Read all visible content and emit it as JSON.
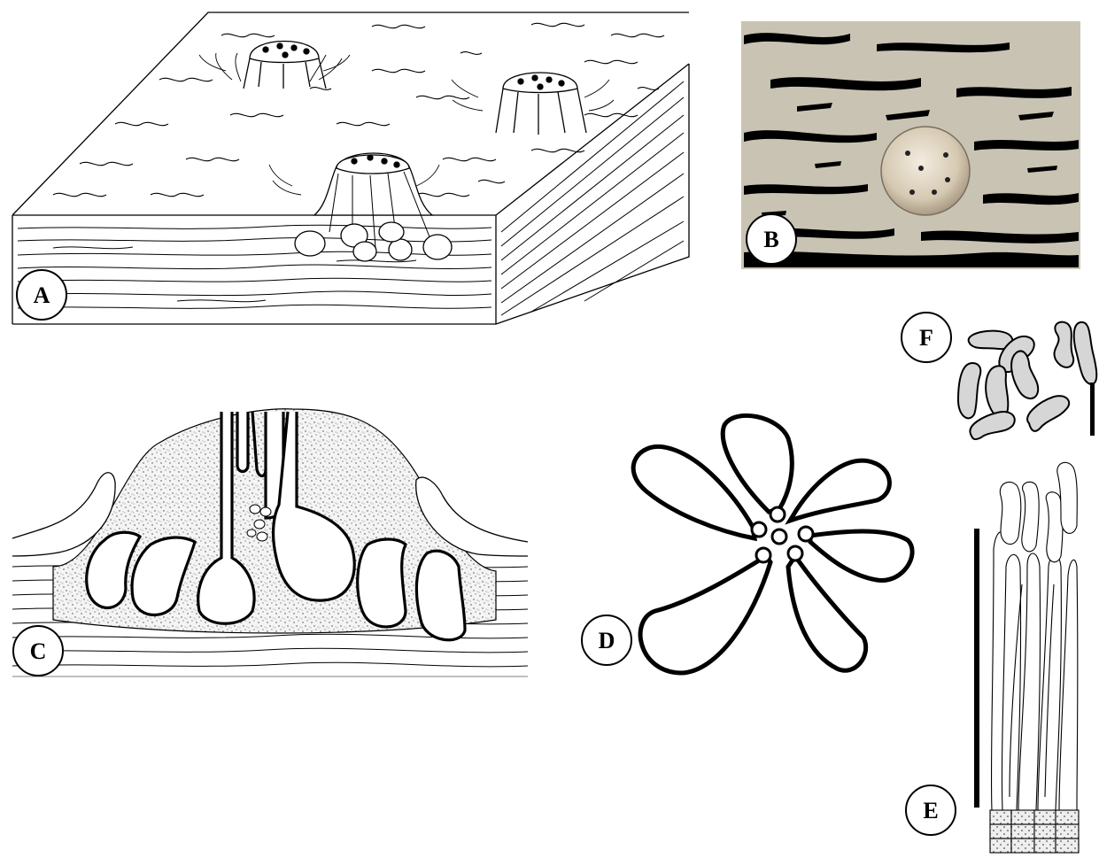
{
  "figure": {
    "panels": [
      {
        "id": "A",
        "label": "A",
        "content": "block-diagram"
      },
      {
        "id": "B",
        "label": "B",
        "content": "surface-photo"
      },
      {
        "id": "C",
        "label": "C",
        "content": "vertical-section"
      },
      {
        "id": "D",
        "label": "D",
        "content": "horizontal-section"
      },
      {
        "id": "E",
        "label": "E",
        "content": "conidiophores"
      },
      {
        "id": "F",
        "label": "F",
        "content": "conidia"
      }
    ]
  },
  "colors": {
    "ink": "#000000",
    "paper": "#ffffff",
    "bark_background": "#c9c3b3",
    "disc": "#d8cdb8",
    "spore_fill": "#d6d6d6"
  }
}
